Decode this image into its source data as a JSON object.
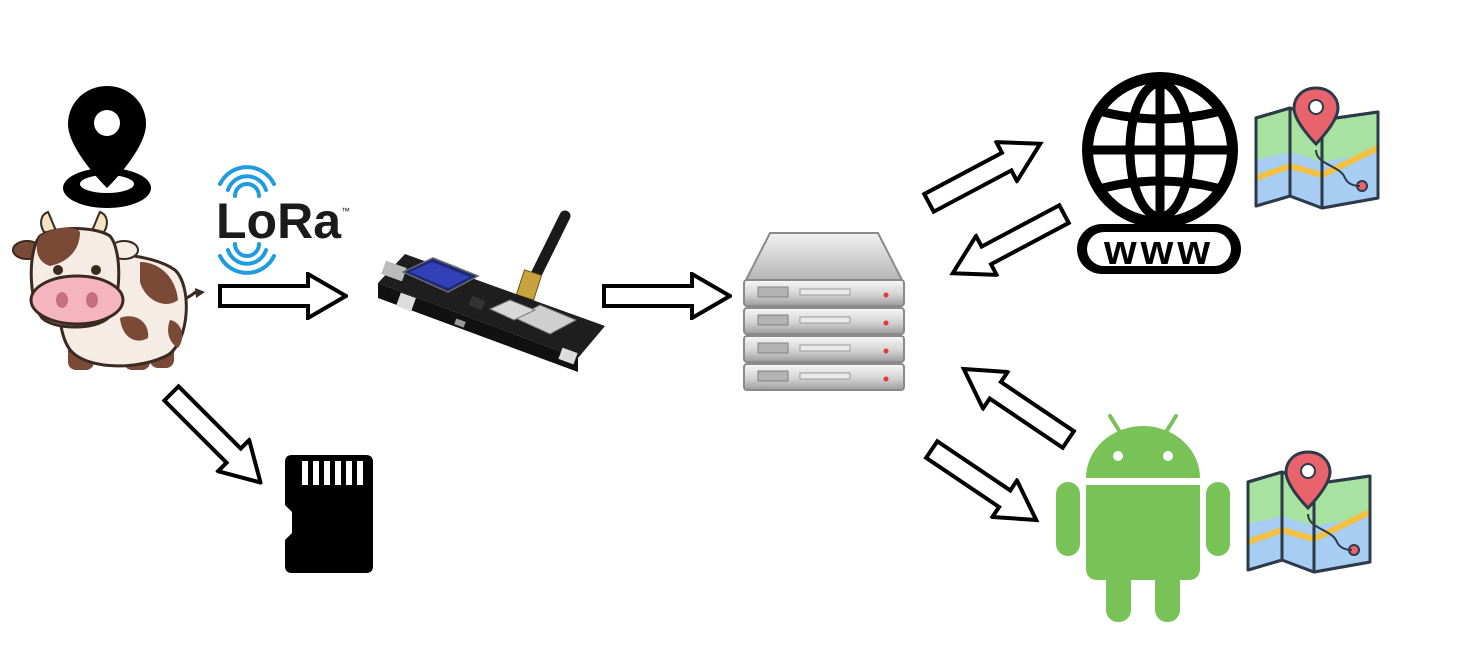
{
  "diagram": {
    "lora_logo": {
      "text": "LoRa",
      "trademark": "™"
    },
    "web_icon": {
      "text": "www"
    },
    "icons": [
      "location-pin-icon",
      "cow-icon",
      "lora-logo",
      "sd-card-icon",
      "ttgo-tbeam-board-icon",
      "server-icon",
      "globe-www-icon",
      "map-icon",
      "android-icon"
    ],
    "colors": {
      "android_green": "#78c257",
      "lora_blue": "#1f9be0",
      "cow_pink": "#f4b4c0",
      "cow_brown": "#7b4a37",
      "server_gray": "#c9c9c9",
      "map_pin_red": "#e9636d"
    }
  }
}
